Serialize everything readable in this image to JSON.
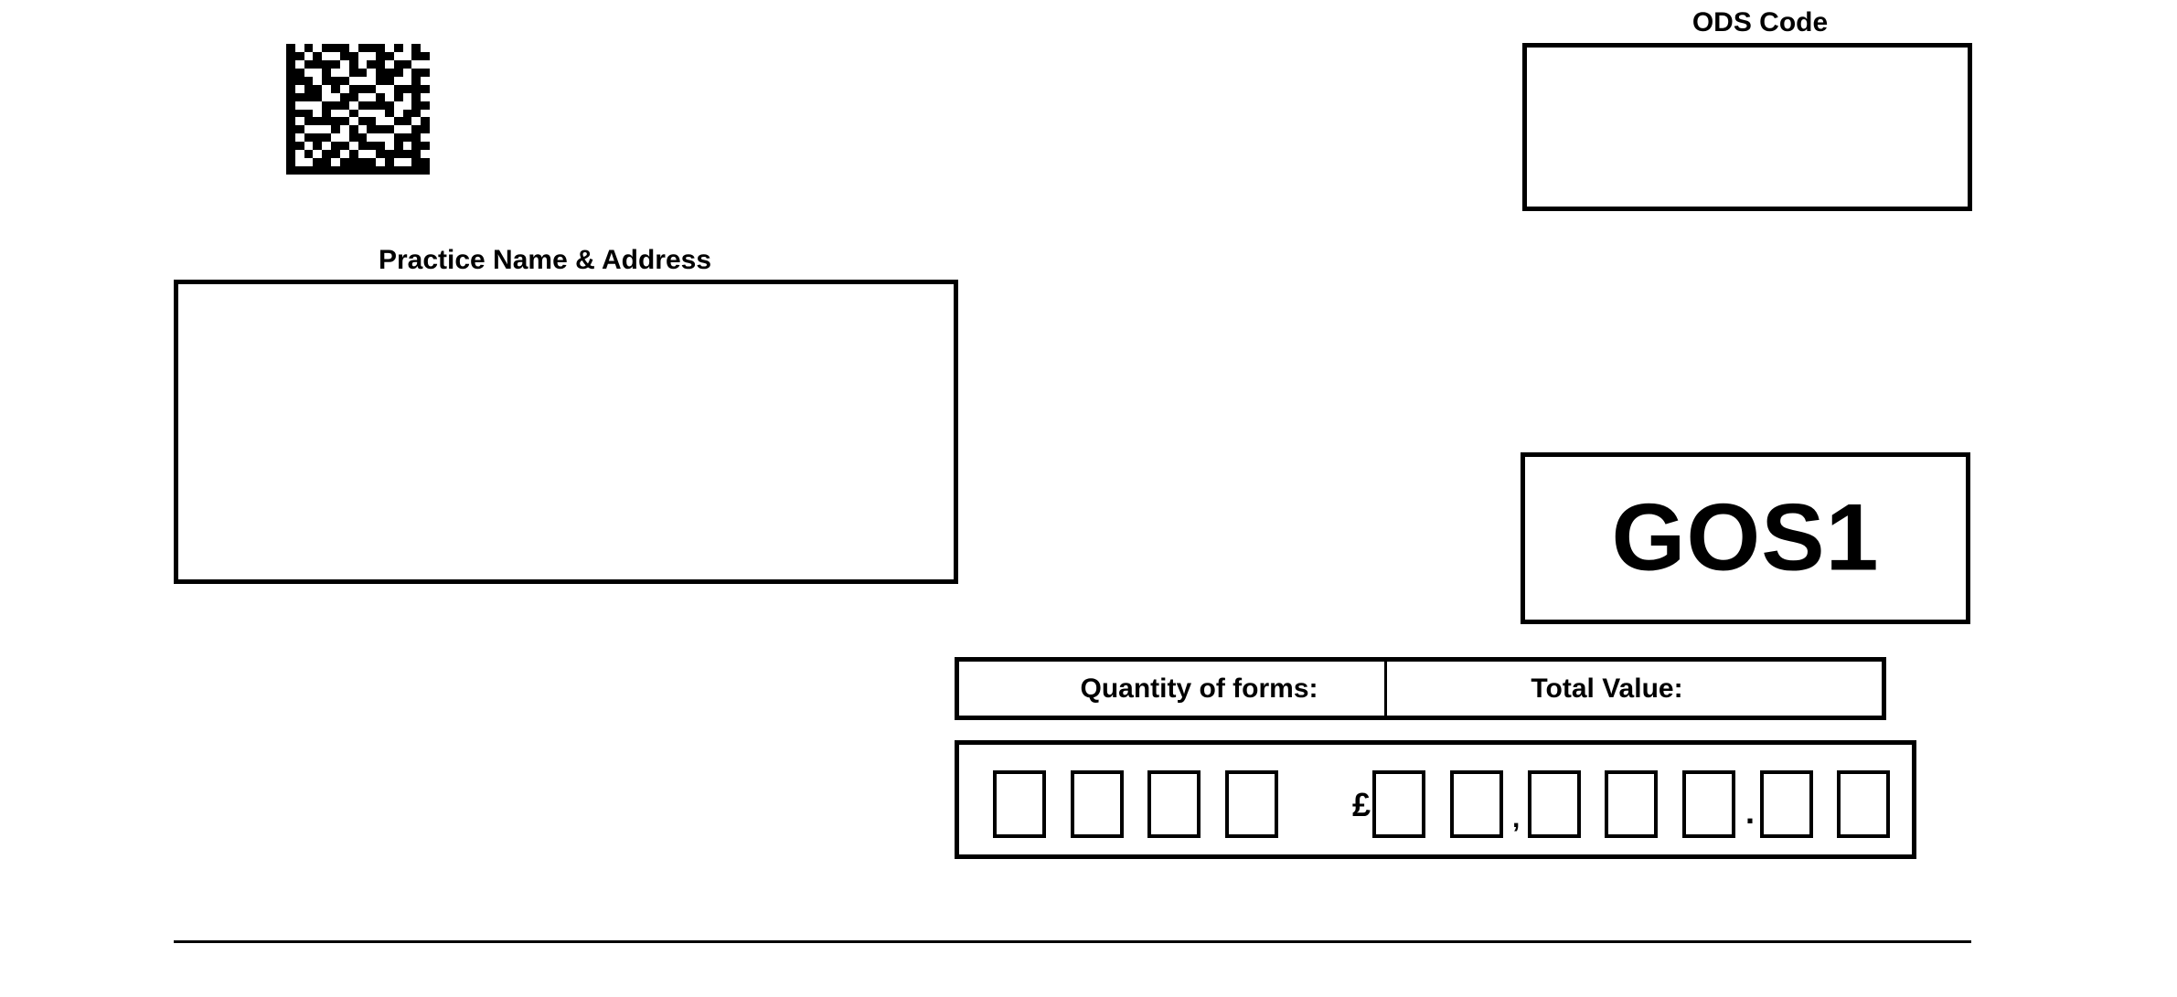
{
  "barcode": {
    "name": "datamatrix-barcode"
  },
  "ods": {
    "label": "ODS Code",
    "value": ""
  },
  "practice": {
    "label": "Practice Name & Address",
    "value": ""
  },
  "form_code": "GOS1",
  "claims": {
    "quantity_label": "Quantity of forms:",
    "total_label": "Total Value:",
    "currency_symbol": "£",
    "thousands_separator": ",",
    "decimal_separator": ".",
    "quantity_digits": [
      "",
      "",
      "",
      ""
    ],
    "value_digits": [
      "",
      "",
      "",
      "",
      "",
      "",
      ""
    ]
  }
}
